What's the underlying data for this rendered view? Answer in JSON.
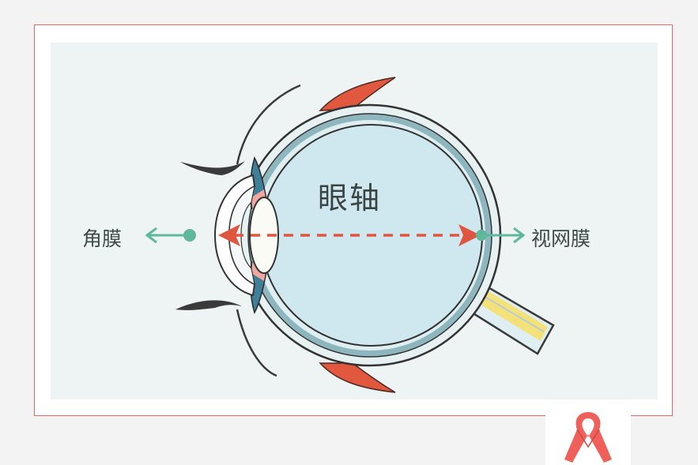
{
  "labels": {
    "eye_axis": "眼轴",
    "cornea": "角膜",
    "retina": "视网膜"
  },
  "colors": {
    "frame_border": "#e06a6a",
    "panel_background": "#eef4f3",
    "vitreous": "#cfe8ef",
    "sclera": "#7fa9b3",
    "axis_arrow": "#e05540",
    "pointer_arrow": "#5fb89a",
    "optic_nerve": "#f3e27a",
    "ribbon": "#f0605a"
  },
  "icons": {
    "ribbon": "awareness-ribbon-icon"
  }
}
